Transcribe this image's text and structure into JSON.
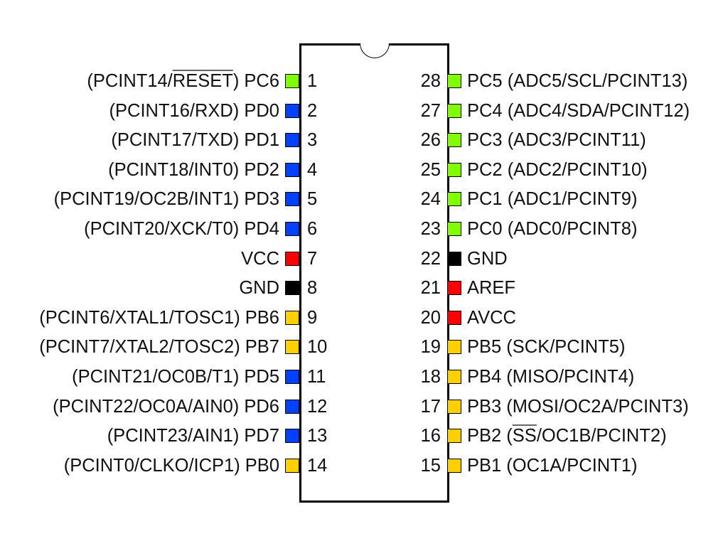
{
  "diagram": {
    "title": "",
    "package": {
      "type": "DIP-28",
      "notch": "top-center",
      "body_color": "#ffffff",
      "outline_color": "#000000"
    },
    "colors": {
      "port_c": "#7fff00",
      "port_d": "#0040ff",
      "port_b": "#ffd000",
      "power": "#ff0000",
      "ground": "#000000"
    },
    "left_pins": [
      {
        "num": "1",
        "prefix": "(PCINT14/",
        "overline": "RESET",
        "suffix": ") PC6",
        "color": "#7fff00"
      },
      {
        "num": "2",
        "prefix": "(PCINT16/RXD) PD0",
        "overline": "",
        "suffix": "",
        "color": "#0040ff"
      },
      {
        "num": "3",
        "prefix": "(PCINT17/TXD) PD1",
        "overline": "",
        "suffix": "",
        "color": "#0040ff"
      },
      {
        "num": "4",
        "prefix": "(PCINT18/INT0) PD2",
        "overline": "",
        "suffix": "",
        "color": "#0040ff"
      },
      {
        "num": "5",
        "prefix": "(PCINT19/OC2B/INT1) PD3",
        "overline": "",
        "suffix": "",
        "color": "#0040ff"
      },
      {
        "num": "6",
        "prefix": "(PCINT20/XCK/T0) PD4",
        "overline": "",
        "suffix": "",
        "color": "#0040ff"
      },
      {
        "num": "7",
        "prefix": "VCC",
        "overline": "",
        "suffix": "",
        "color": "#ff0000"
      },
      {
        "num": "8",
        "prefix": "GND",
        "overline": "",
        "suffix": "",
        "color": "#000000"
      },
      {
        "num": "9",
        "prefix": "(PCINT6/XTAL1/TOSC1) PB6",
        "overline": "",
        "suffix": "",
        "color": "#ffd000"
      },
      {
        "num": "10",
        "prefix": "(PCINT7/XTAL2/TOSC2) PB7",
        "overline": "",
        "suffix": "",
        "color": "#ffd000"
      },
      {
        "num": "11",
        "prefix": "(PCINT21/OC0B/T1) PD5",
        "overline": "",
        "suffix": "",
        "color": "#0040ff"
      },
      {
        "num": "12",
        "prefix": "(PCINT22/OC0A/AIN0) PD6",
        "overline": "",
        "suffix": "",
        "color": "#0040ff"
      },
      {
        "num": "13",
        "prefix": "(PCINT23/AIN1) PD7",
        "overline": "",
        "suffix": "",
        "color": "#0040ff"
      },
      {
        "num": "14",
        "prefix": "(PCINT0/CLKO/ICP1) PB0",
        "overline": "",
        "suffix": "",
        "color": "#ffd000"
      }
    ],
    "right_pins": [
      {
        "num": "28",
        "prefix": "PC5 (ADC5/SCL/PCINT13)",
        "overline": "",
        "suffix": "",
        "color": "#7fff00"
      },
      {
        "num": "27",
        "prefix": "PC4 (ADC4/SDA/PCINT12)",
        "overline": "",
        "suffix": "",
        "color": "#7fff00"
      },
      {
        "num": "26",
        "prefix": "PC3 (ADC3/PCINT11)",
        "overline": "",
        "suffix": "",
        "color": "#7fff00"
      },
      {
        "num": "25",
        "prefix": "PC2 (ADC2/PCINT10)",
        "overline": "",
        "suffix": "",
        "color": "#7fff00"
      },
      {
        "num": "24",
        "prefix": "PC1 (ADC1/PCINT9)",
        "overline": "",
        "suffix": "",
        "color": "#7fff00"
      },
      {
        "num": "23",
        "prefix": "PC0 (ADC0/PCINT8)",
        "overline": "",
        "suffix": "",
        "color": "#7fff00"
      },
      {
        "num": "22",
        "prefix": "GND",
        "overline": "",
        "suffix": "",
        "color": "#000000"
      },
      {
        "num": "21",
        "prefix": "AREF",
        "overline": "",
        "suffix": "",
        "color": "#ff0000"
      },
      {
        "num": "20",
        "prefix": "AVCC",
        "overline": "",
        "suffix": "",
        "color": "#ff0000"
      },
      {
        "num": "19",
        "prefix": "PB5 (SCK/PCINT5)",
        "overline": "",
        "suffix": "",
        "color": "#ffd000"
      },
      {
        "num": "18",
        "prefix": "PB4 (MISO/PCINT4)",
        "overline": "",
        "suffix": "",
        "color": "#ffd000"
      },
      {
        "num": "17",
        "prefix": "PB3 (MOSI/OC2A/PCINT3)",
        "overline": "",
        "suffix": "",
        "color": "#ffd000"
      },
      {
        "num": "16",
        "prefix": "PB2 (",
        "overline": "SS",
        "suffix": "/OC1B/PCINT2)",
        "color": "#ffd000"
      },
      {
        "num": "15",
        "prefix": "PB1 (OC1A/PCINT1)",
        "overline": "",
        "suffix": "",
        "color": "#ffd000"
      }
    ]
  }
}
